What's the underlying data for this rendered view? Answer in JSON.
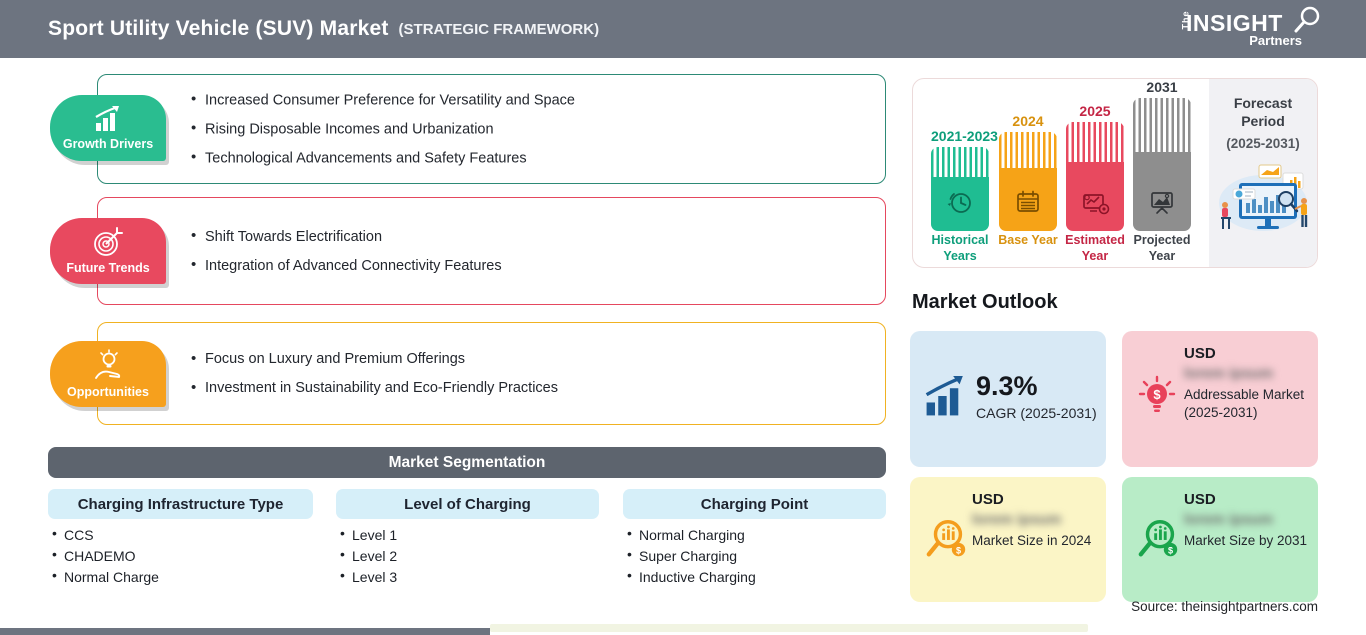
{
  "header": {
    "title": "Sport Utility Vehicle (SUV) Market",
    "subtitle": "(STRATEGIC FRAMEWORK)",
    "logo": {
      "the": "The",
      "insight": "INSIGHT",
      "partners": "Partners"
    }
  },
  "framework": {
    "sections": [
      {
        "label": "Growth Drivers",
        "color": "#2abd90",
        "border_color": "#2d8a76",
        "bullets": [
          "Increased Consumer Preference for Versatility and Space",
          "Rising Disposable Incomes and Urbanization",
          "Technological Advancements and Safety Features"
        ]
      },
      {
        "label": "Future Trends",
        "color": "#e8495f",
        "border_color": "#e5485e",
        "bullets": [
          "Shift Towards Electrification",
          "Integration of Advanced Connectivity Features"
        ]
      },
      {
        "label": "Opportunities",
        "color": "#f6a01d",
        "border_color": "#f0b222",
        "bullets": [
          "Focus on Luxury and Premium Offerings",
          "Investment in Sustainability and Eco-Friendly Practices"
        ]
      }
    ]
  },
  "segmentation": {
    "title": "Market Segmentation",
    "columns": [
      {
        "header": "Charging Infrastructure Type",
        "items": [
          "CCS",
          "CHADEMO",
          "Normal Charge"
        ]
      },
      {
        "header": "Level of Charging",
        "items": [
          "Level 1",
          "Level 2",
          "Level 3"
        ]
      },
      {
        "header": "Charging Point",
        "items": [
          "Normal Charging",
          "Super Charging",
          "Inductive Charging"
        ]
      }
    ]
  },
  "timeline": {
    "bars": [
      {
        "year": "2021-2023",
        "label": "Historical Years",
        "color": "#1fbd92",
        "icon": "clock-icon"
      },
      {
        "year": "2024",
        "label": "Base Year",
        "color": "#f6a317",
        "icon": "calendar-icon"
      },
      {
        "year": "2025",
        "label": "Estimated Year",
        "color": "#e8495f",
        "icon": "analysis-icon"
      },
      {
        "year": "2031",
        "label": "Projected Year",
        "color": "#8e8e8e",
        "icon": "presentation-icon"
      }
    ],
    "forecast": {
      "title": "Forecast Period",
      "period": "(2025-2031)"
    }
  },
  "outlook": {
    "title": "Market Outlook",
    "cards": [
      {
        "value": "9.3%",
        "label": "CAGR (2025-2031)",
        "bg": "#d8e9f5",
        "icon": "bar-chart-growth-icon"
      },
      {
        "currency": "USD",
        "blurred_value": "lorem ipsum",
        "label": "Addressable Market (2025-2031)",
        "bg": "#f8ced4",
        "icon": "bulb-dollar-icon"
      },
      {
        "currency": "USD",
        "blurred_value": "lorem ipsum",
        "label": "Market Size in 2024",
        "bg": "#fbf5c6",
        "icon": "magnifier-chart-icon"
      },
      {
        "currency": "USD",
        "blurred_value": "lorem ipsum",
        "label": "Market Size by 2031",
        "bg": "#b8ecc7",
        "icon": "magnifier-chart-icon"
      }
    ],
    "source": "Source: theinsightpartners.com"
  }
}
